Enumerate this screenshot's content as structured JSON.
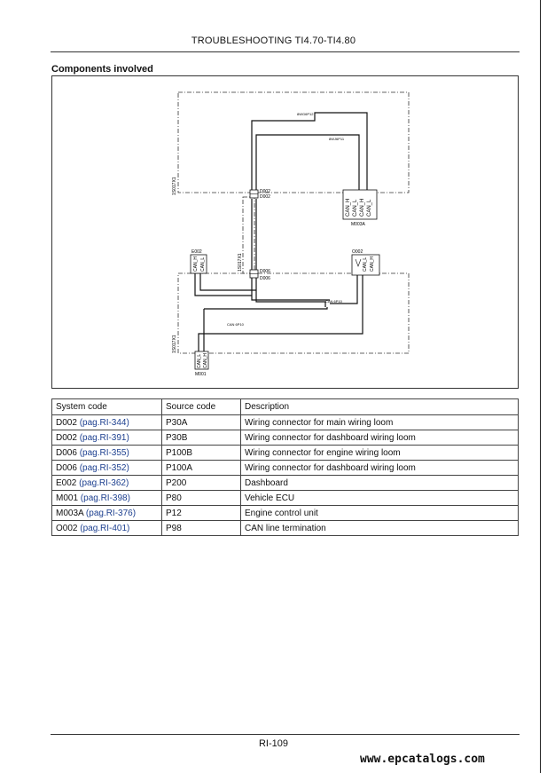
{
  "header": {
    "title": "TROUBLESHOOTING TI4.70-TI4.80"
  },
  "section": {
    "title": "Components involved"
  },
  "diagram": {
    "loom_top_label": "1S017X1",
    "loom_bottom_label": "1S017X1",
    "loom_mid_label": "1S017X1",
    "connectors": {
      "d002_upper": "D002",
      "d002_upper_b": "D002",
      "d006_mid": "D006",
      "d006_mid_b": "D006",
      "e002": "E002",
      "o002": "O002",
      "m003a": "M003A",
      "m001": "M001"
    },
    "pins": {
      "m003a": [
        "CAN_H",
        "CAN_L",
        "CAN_H",
        "CAN_L"
      ],
      "e002": [
        "CAN_H",
        "CAN_L"
      ],
      "o002": [
        "CAN_L",
        "CAN_H"
      ],
      "m001": [
        "CAN_L",
        "CAN_H"
      ]
    },
    "wire_labels": [
      "8WG6P12",
      "8WJ6P11",
      "CAN 6P10",
      "CAN 6P10"
    ]
  },
  "table": {
    "headers": [
      "System code",
      "Source code",
      "Description"
    ],
    "rows": [
      {
        "code": "D002",
        "ref": "(pag.RI-344)",
        "source": "P30A",
        "desc": "Wiring connector for main wiring loom"
      },
      {
        "code": "D002",
        "ref": "(pag.RI-391)",
        "source": "P30B",
        "desc": "Wiring connector for dashboard wiring loom"
      },
      {
        "code": "D006",
        "ref": "(pag.RI-355)",
        "source": "P100B",
        "desc": "Wiring connector for engine wiring loom"
      },
      {
        "code": "D006",
        "ref": "(pag.RI-352)",
        "source": "P100A",
        "desc": "Wiring connector for dashboard wiring loom"
      },
      {
        "code": "E002",
        "ref": "(pag.RI-362)",
        "source": "P200",
        "desc": "Dashboard"
      },
      {
        "code": "M001",
        "ref": "(pag.RI-398)",
        "source": "P80",
        "desc": "Vehicle ECU"
      },
      {
        "code": "M003A",
        "ref": "(pag.RI-376)",
        "source": "P12",
        "desc": "Engine control unit"
      },
      {
        "code": "O002",
        "ref": "(pag.RI-401)",
        "source": "P98",
        "desc": "CAN line termination"
      }
    ]
  },
  "footer": {
    "page_number": "RI-109"
  },
  "watermark": "www.epcatalogs.com",
  "colors": {
    "link": "#1c3f8f",
    "text": "#111111",
    "rule": "#333333"
  }
}
